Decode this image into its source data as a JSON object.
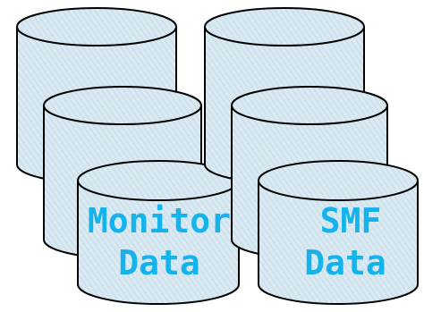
{
  "diagram": {
    "background": "#ffffff",
    "cylinder_fill": "#d9e9f2",
    "hatch_color": "#b9d3e2",
    "label_color": "#14b3ec",
    "stacks": [
      {
        "name": "monitor-data-stack",
        "label_lines": [
          "Monitor",
          "Data"
        ]
      },
      {
        "name": "smf-data-stack",
        "label_lines": [
          "SMF",
          "Data"
        ]
      }
    ]
  }
}
